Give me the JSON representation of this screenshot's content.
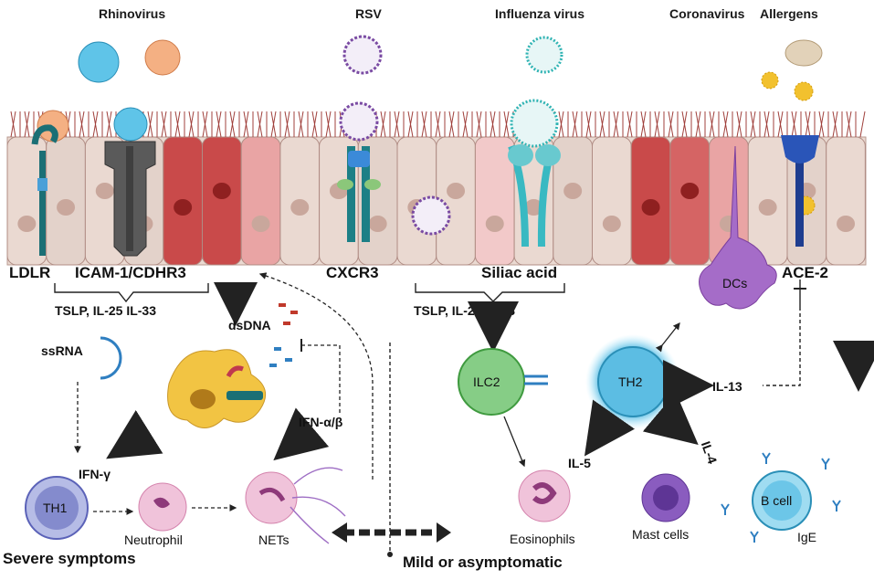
{
  "pathogens": {
    "rhinovirus": "Rhinovirus",
    "rsv": "RSV",
    "influenza": "Influenza virus",
    "coronavirus": "Coronavirus",
    "allergens": "Allergens"
  },
  "receptors": {
    "ldlr": "LDLR",
    "icam": "ICAM-1/CDHR3",
    "cxcr3": "CXCR3",
    "sialic": "Siliac acid",
    "ace2": "ACE-2"
  },
  "cytokines": {
    "tslp_left": "TSLP, IL-25 IL-33",
    "tslp_right": "TSLP, IL-25 IL-33",
    "dsdna": "dsDNA",
    "ssrna": "ssRNA",
    "ifn_ab": "IFN-α/β",
    "ifn_g": "IFN-γ",
    "il13": "IL-13",
    "il5": "IL-5",
    "il4": "IL-4",
    "ige": "IgE"
  },
  "cells": {
    "dcs": "DCs",
    "th1": "TH1",
    "neutrophil": "Neutrophil",
    "nets": "NETs",
    "ilc2": "ILC2",
    "th2": "TH2",
    "eosinophils": "Eosinophils",
    "mast": "Mast cells",
    "bcell": "B cell"
  },
  "outcomes": {
    "severe": "Severe symptoms",
    "mild": "Mild or asymptomatic"
  },
  "colors": {
    "epithelium": "#e9dcd4",
    "epithelium_red": "#c94a4a",
    "cilia": "#a0403c",
    "dc_yellow": "#f2c443",
    "dc_purple": "#a56cc8",
    "th1": "#5b62b8",
    "th2": "#4fb3dc",
    "ilc2": "#7cc47c",
    "neutrophil": "#e8a3c6",
    "bcell": "#6cc6e8",
    "arrow": "#222222"
  }
}
